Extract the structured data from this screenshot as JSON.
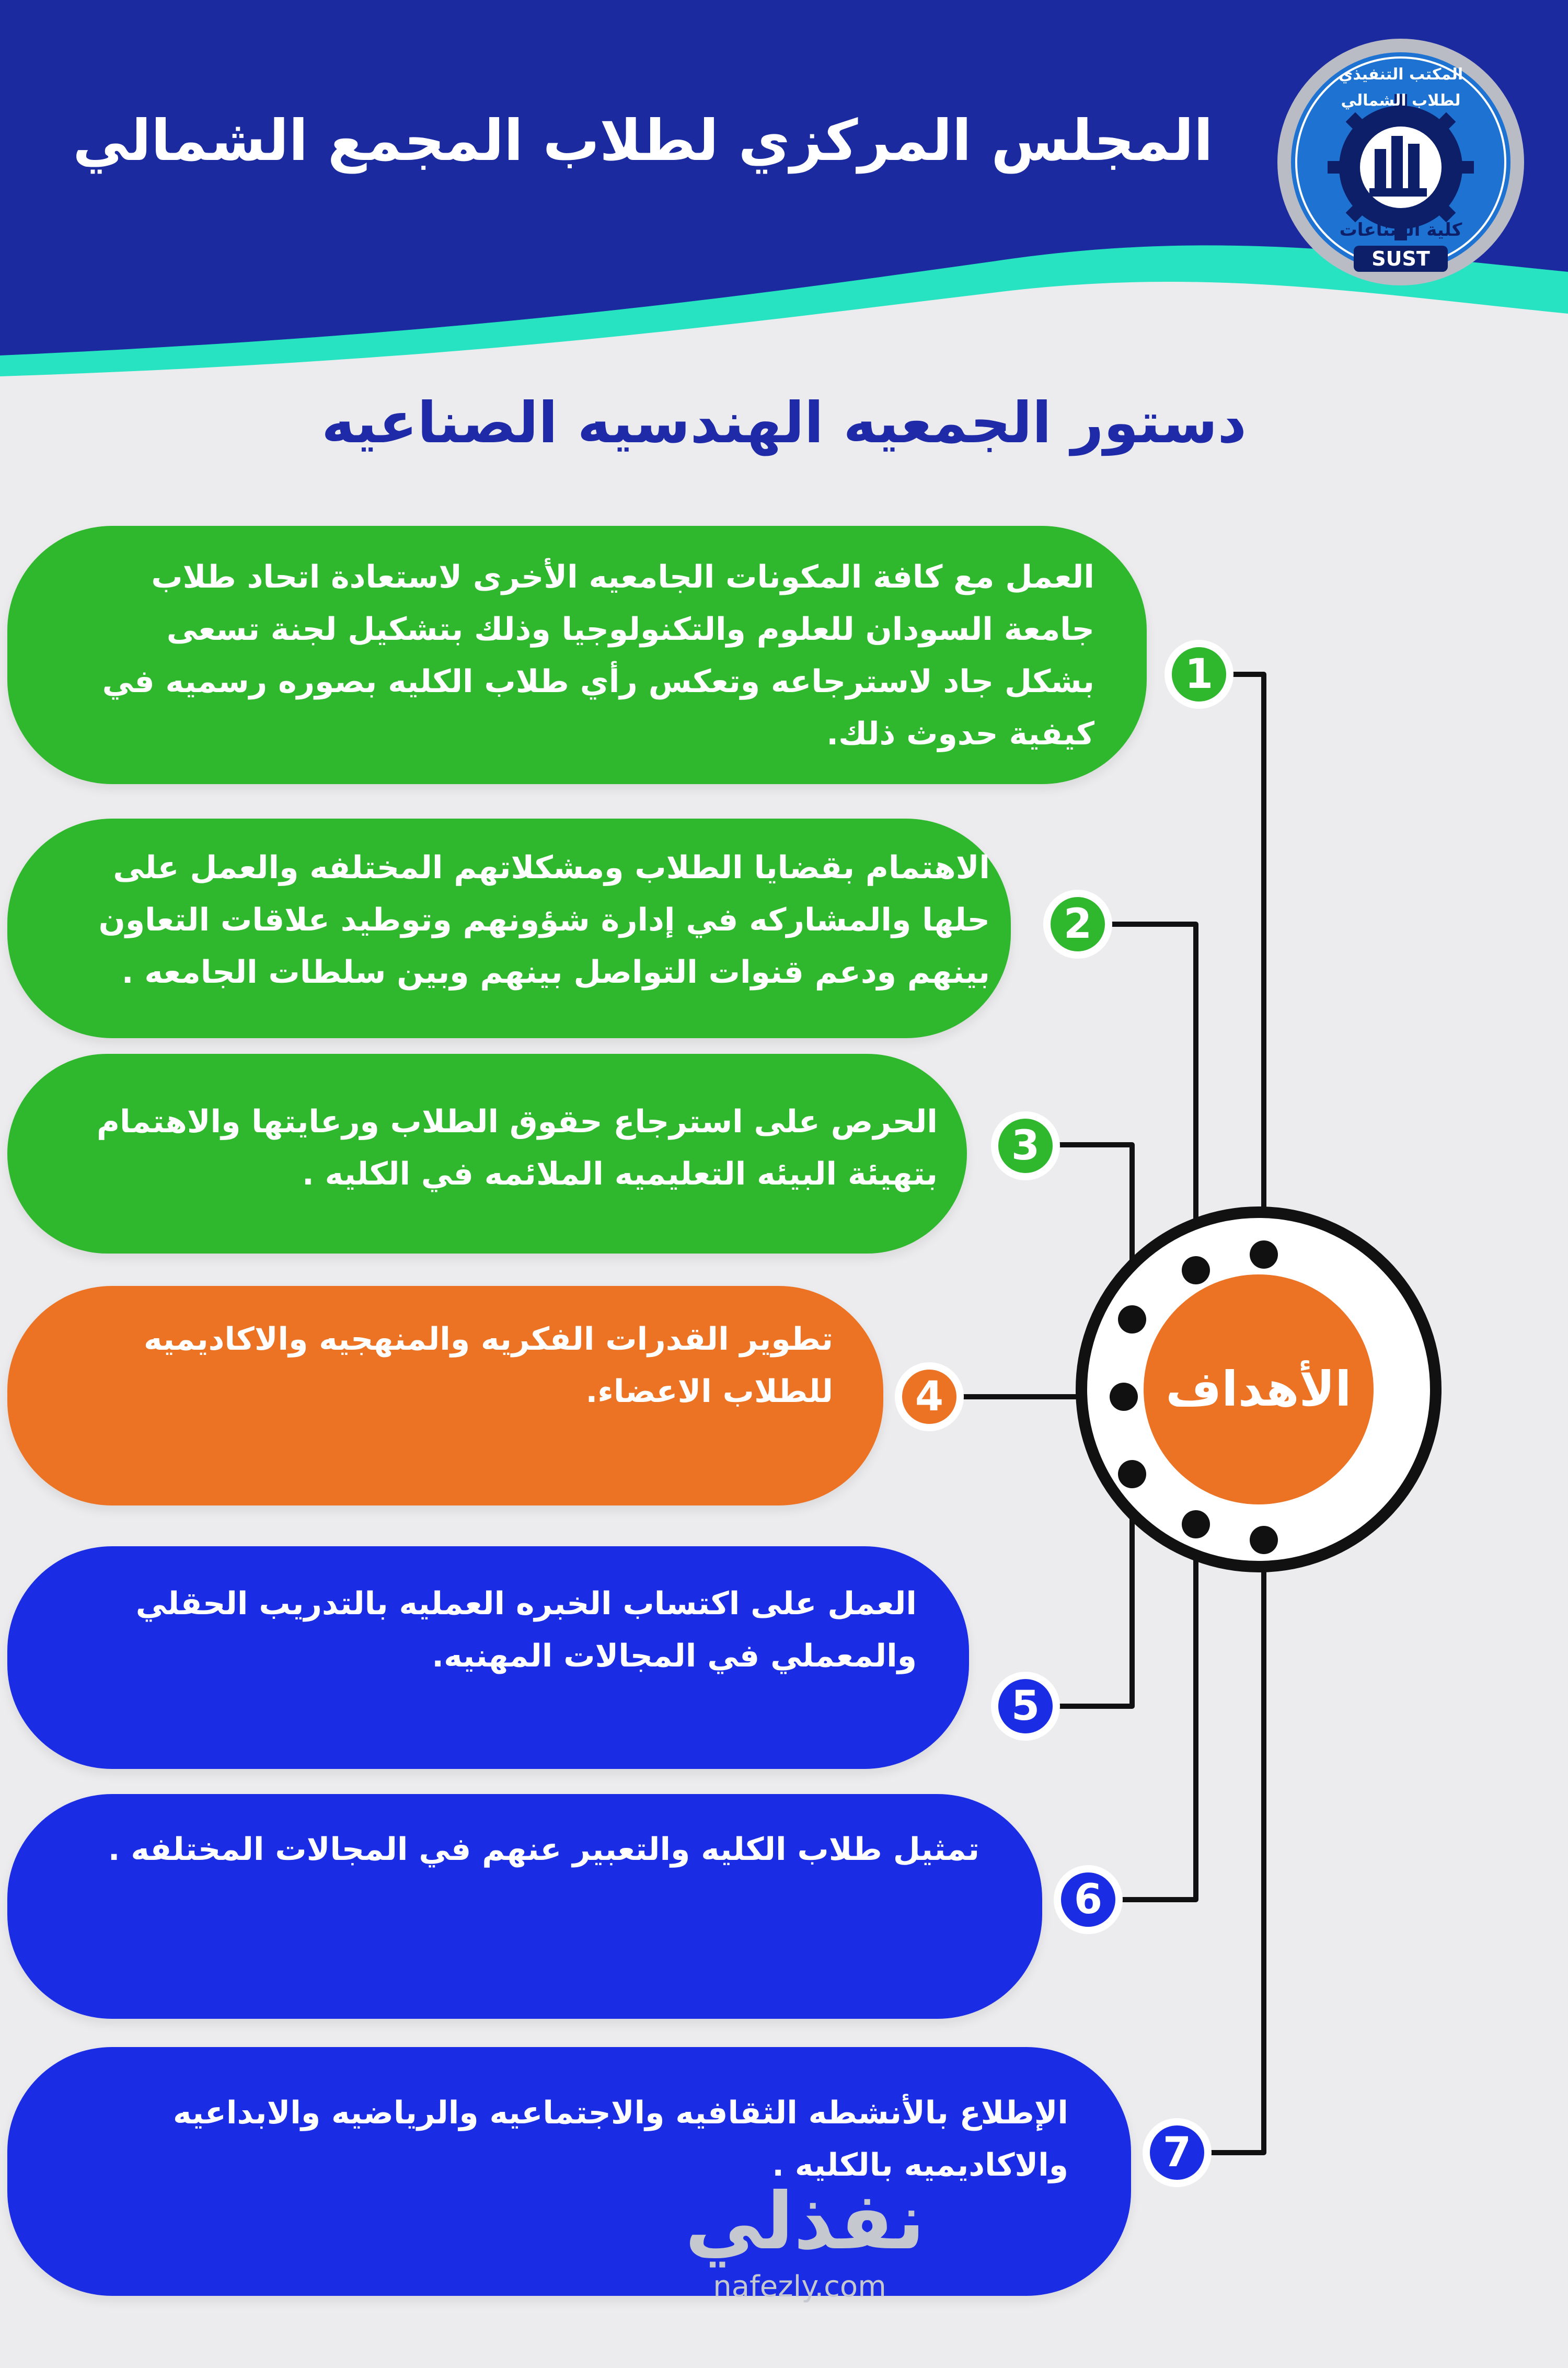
{
  "header": {
    "title": "المجلس المركزي لطلاب المجمع الشمالي",
    "logo": {
      "arc_text": "المكتب التنفيذي لطلاب الشمالي",
      "faculty": "كلية الصناعات",
      "abbr": "SUST"
    },
    "colors": {
      "navy": "#1b2a9e",
      "teal": "#27e3c2"
    }
  },
  "subtitle": "دستور الجمعيه الهندسيه الصناعيه",
  "center": {
    "label": "الأهداف",
    "color": "#ec7224"
  },
  "goals": [
    {
      "number": "1",
      "color": "#2fb82e",
      "lines": [
        "العمل مع كافة المكونات الجامعيه الأخرى لاستعادة اتحاد طلاب",
        "جامعة السودان للعلوم والتكنولوجيا وذلك بتشكيل لجنة تسعى",
        "بشكل جاد لاسترجاعه وتعكس رأي طلاب الكليه بصوره رسميه في",
        "كيفية حدوث ذلك."
      ]
    },
    {
      "number": "2",
      "color": "#2fb82e",
      "lines": [
        "الاهتمام بقضايا الطلاب ومشكلاتهم المختلفه والعمل على",
        "حلها والمشاركه في إدارة شؤونهم وتوطيد علاقات التعاون",
        "بينهم ودعم قنوات التواصل بينهم وبين سلطات الجامعه ."
      ]
    },
    {
      "number": "3",
      "color": "#2fb82e",
      "lines": [
        "الحرص على استرجاع حقوق الطلاب ورعايتها والاهتمام",
        "بتهيئة البيئه التعليميه الملائمه في الكليه ."
      ]
    },
    {
      "number": "4",
      "color": "#ec7224",
      "lines": [
        "تطوير القدرات الفكريه والمنهجيه والاكاديميه",
        "للطلاب الاعضاء."
      ]
    },
    {
      "number": "5",
      "color": "#1b2de4",
      "lines": [
        "العمل على اكتساب الخبره العمليه بالتدريب الحقلي",
        "والمعملي في المجالات المهنيه."
      ]
    },
    {
      "number": "6",
      "color": "#1b2de4",
      "lines": [
        "تمثيل طلاب الكليه والتعبير عنهم في المجالات المختلفه ."
      ]
    },
    {
      "number": "7",
      "color": "#1b2de4",
      "lines": [
        "الإطلاع بالأنشطه الثقافيه والاجتماعيه والرياضيه والابداعيه",
        "والاكاديميه بالكليه ."
      ]
    }
  ],
  "watermark": {
    "arabic": "نفذلي",
    "url": "nafezly.com"
  }
}
